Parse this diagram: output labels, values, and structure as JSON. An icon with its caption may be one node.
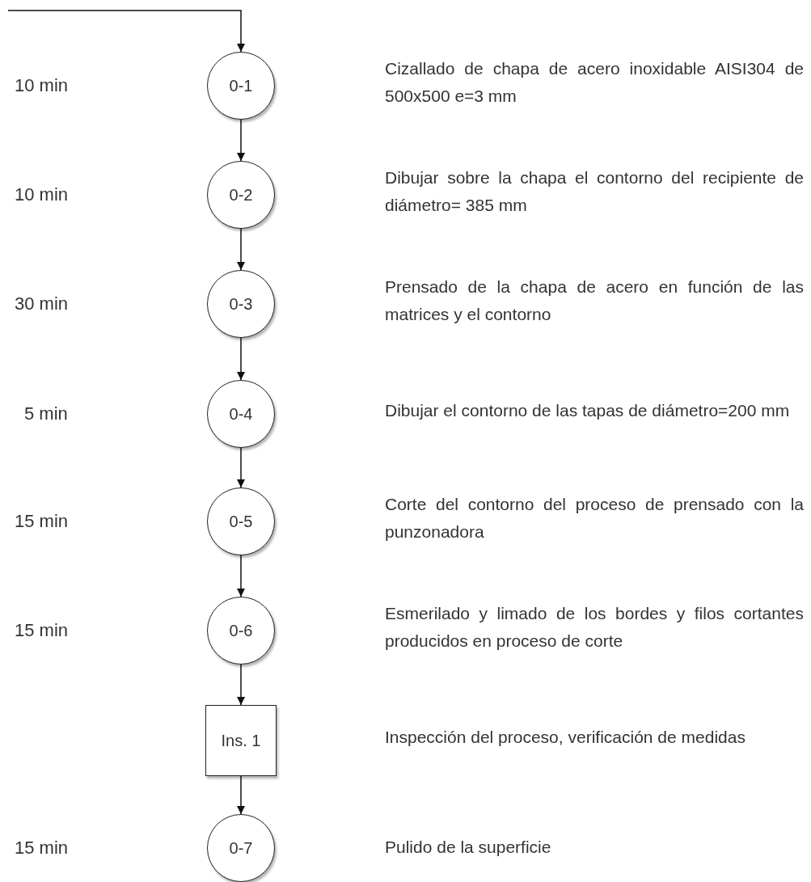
{
  "diagram": {
    "nodes": [
      {
        "text": [
          "0-1"
        ]
      },
      {
        "text": [
          "0-2"
        ]
      },
      {
        "text": [
          "0-3"
        ]
      },
      {
        "text": [
          "0-4"
        ]
      },
      {
        "text": [
          "0-5"
        ]
      },
      {
        "text": [
          "0-6"
        ]
      },
      {
        "text": [
          "Ins. 1"
        ]
      },
      {
        "text": [
          "0-7"
        ]
      }
    ],
    "edges": [
      {
        "from": null,
        "to": 0,
        "arrow": "to"
      },
      {
        "from": 0,
        "to": 1,
        "arrow": "to"
      },
      {
        "from": 1,
        "to": 2,
        "arrow": "to"
      },
      {
        "from": 2,
        "to": 3,
        "arrow": "to"
      },
      {
        "from": 3,
        "to": 4,
        "arrow": "to"
      },
      {
        "from": 4,
        "to": 5,
        "arrow": "to"
      },
      {
        "from": 5,
        "to": 6,
        "arrow": "to"
      },
      {
        "from": 6,
        "to": 7,
        "arrow": "to"
      }
    ],
    "labels": [
      "10 min",
      "Cizallado de chapa de acero inoxidable AISI304 de 500x500 e=3 mm",
      "10 min",
      "Dibujar sobre la chapa el contorno del recipiente de diámetro= 385 mm",
      "30 min",
      "Prensado de la chapa de acero en función de las matrices y el contorno",
      "5 min",
      "Dibujar el contorno de las tapas de diámetro=200 mm",
      "15 min",
      "Corte del contorno del proceso de prensado con la punzonadora",
      "15 min",
      "Esmerilado y limado de los bordes y filos cortantes producidos en proceso de corte",
      "Inspección del proceso, verificación de medidas",
      "15 min",
      "Pulido de la superficie"
    ]
  }
}
